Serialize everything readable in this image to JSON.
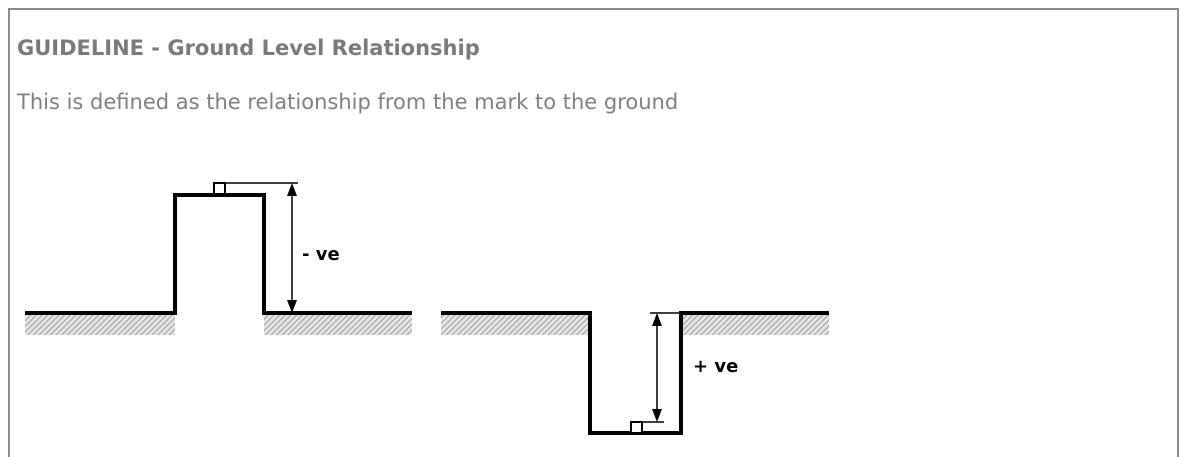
{
  "guideline": {
    "title": "GUIDELINE - Ground Level Relationship",
    "description": "This is defined as the relationship from the mark to the ground"
  },
  "diagram": {
    "raised_label": "- ve",
    "sunken_label": "+ ve"
  },
  "colors": {
    "border": "#8c8c8c",
    "title_text": "#7a7a7a",
    "body_text": "#808080",
    "line": "#000000",
    "ground_hatch": "#b5b5b5"
  }
}
